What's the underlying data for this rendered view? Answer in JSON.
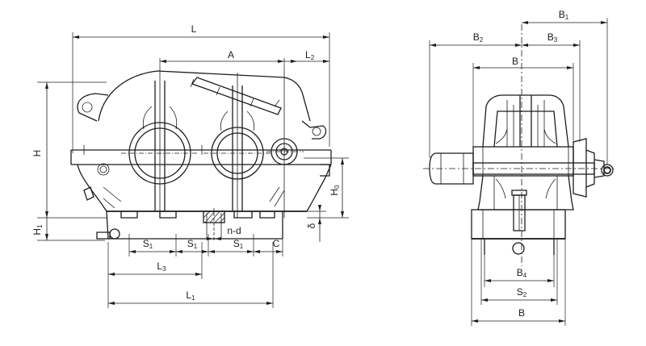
{
  "front_view": {
    "dims": {
      "L": {
        "main": "L",
        "sub": ""
      },
      "A": {
        "main": "A",
        "sub": ""
      },
      "L2": {
        "main": "L",
        "sub": "2"
      },
      "H": {
        "main": "H",
        "sub": ""
      },
      "H1": {
        "main": "H",
        "sub": "1"
      },
      "H0": {
        "main": "H",
        "sub": "0"
      },
      "delta": {
        "main": "δ",
        "sub": ""
      },
      "S1a": {
        "main": "S",
        "sub": "1"
      },
      "S1b": {
        "main": "S",
        "sub": "1"
      },
      "S1c": {
        "main": "S",
        "sub": "1"
      },
      "nd": {
        "main": "n-d",
        "sub": ""
      },
      "C": {
        "main": "C",
        "sub": ""
      },
      "L3": {
        "main": "L",
        "sub": "3"
      },
      "L1": {
        "main": "L",
        "sub": "1"
      }
    }
  },
  "side_view": {
    "dims": {
      "B1": {
        "main": "B",
        "sub": "1"
      },
      "B2": {
        "main": "B",
        "sub": "2"
      },
      "B3": {
        "main": "B",
        "sub": "3"
      },
      "Btop": {
        "main": "B",
        "sub": ""
      },
      "B4": {
        "main": "B",
        "sub": "4"
      },
      "S2": {
        "main": "S",
        "sub": "2"
      },
      "Bbot": {
        "main": "B",
        "sub": ""
      }
    }
  }
}
